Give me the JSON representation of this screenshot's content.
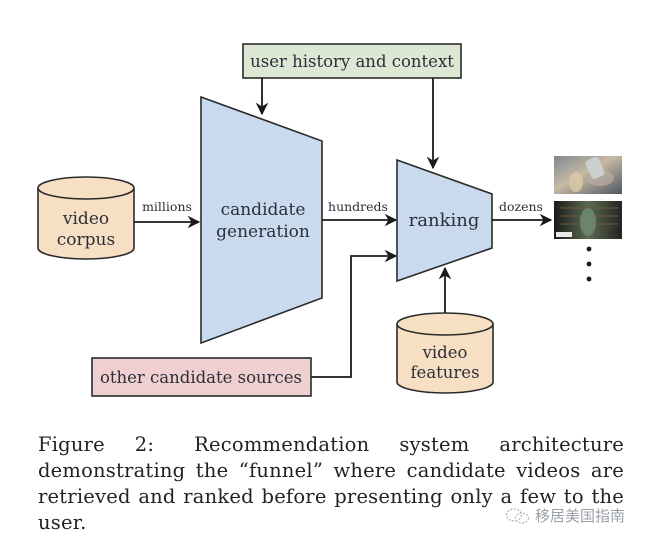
{
  "diagram": {
    "nodes": {
      "user_history": "user history and context",
      "video_corpus": [
        "video",
        "corpus"
      ],
      "candidate_generation": [
        "candidate",
        "generation"
      ],
      "ranking": "ranking",
      "other_sources": "other candidate sources",
      "video_features": [
        "video",
        "features"
      ]
    },
    "edges": {
      "corpus_to_generation": "millions",
      "generation_to_ranking": "hundreds",
      "ranking_to_output": "dozens"
    },
    "output": {
      "thumbnails": [
        "video-thumbnail-hands-phone",
        "video-thumbnail-dark-scene"
      ],
      "ellipsis": "more results"
    },
    "colors": {
      "funnel_fill": "#c9daee",
      "cylinder_fill": "#f7dfc4",
      "context_box_fill": "#dde8d4",
      "sources_box_fill": "#efcfcf",
      "stroke": "#2a2a2a"
    }
  },
  "caption": {
    "label": "Figure 2:",
    "text": "Recommendation system architecture demonstrating the “funnel” where candidate videos are retrieved and ranked before presenting only a few to the user."
  },
  "watermark": {
    "text": "移居美国指南"
  }
}
